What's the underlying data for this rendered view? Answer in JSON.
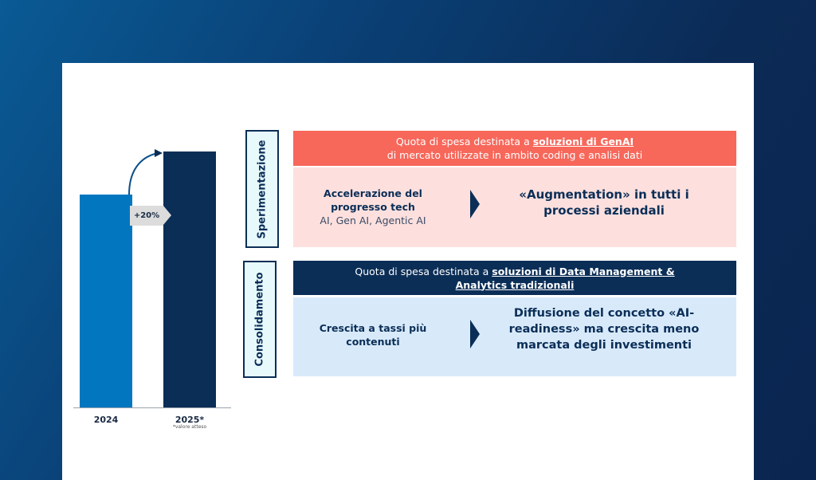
{
  "bar_chart": {
    "categories": [
      "2024",
      "2025*"
    ],
    "relative_values": [
      100,
      120
    ],
    "colors": [
      "#0277c0",
      "#0b2e57"
    ],
    "growth_label": "+20%",
    "footnote": "*valore atteso"
  },
  "sperimentazione": {
    "label": "Sperimentazione",
    "header_prefix": "Quota di spesa destinata a",
    "header_highlight": "soluzioni di GenAI",
    "header_line2": "di mercato utilizzate in ambito coding e analisi dati",
    "left_title": "Accelerazione del progresso tech",
    "left_sub": "AI, Gen AI, Agentic AI",
    "right_text": "«Augmentation» in tutti i processi aziendali",
    "header_color": "#f7675a",
    "body_color": "#fde0de"
  },
  "consolidamento": {
    "label": "Consolidamento",
    "header_prefix": "Quota di spesa destinata a",
    "header_highlight": "soluzioni di Data Management & Analytics tradizionali",
    "left_title": "Crescita a tassi più contenuti",
    "right_text": "Diffusione del concetto «AI-readiness» ma crescita meno marcata degli investimenti",
    "header_color": "#0b2e57",
    "body_color": "#d8eafa"
  }
}
